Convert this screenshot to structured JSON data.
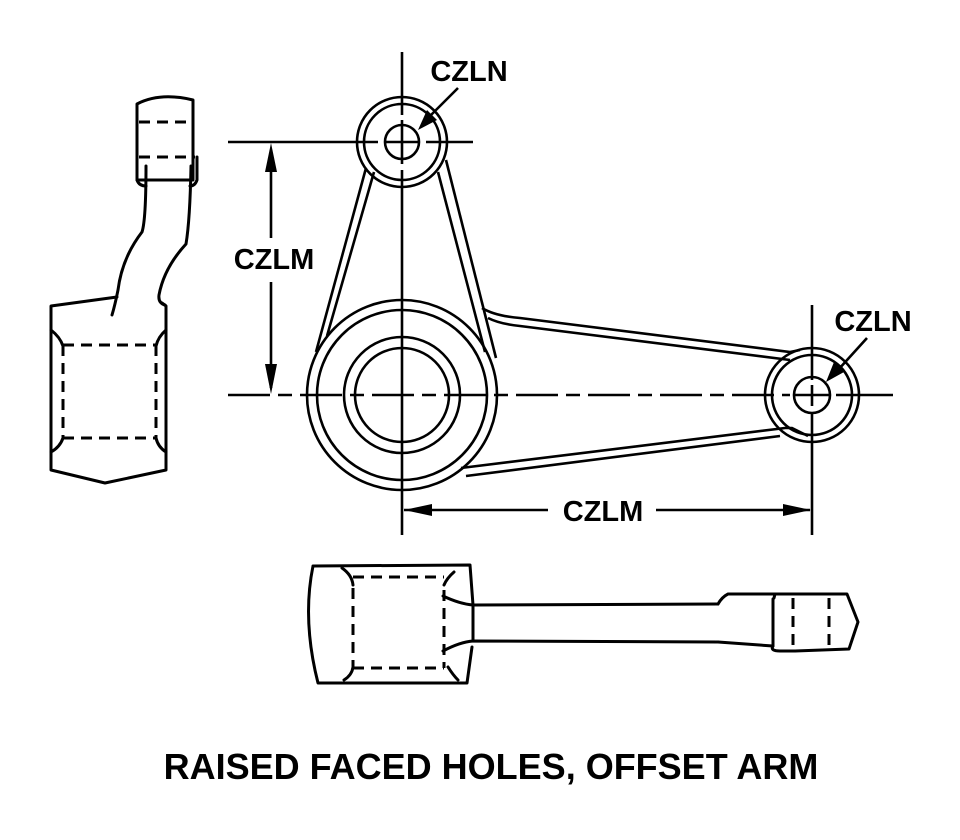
{
  "diagram": {
    "caption": "RAISED FACED HOLES, OFFSET ARM",
    "labels": {
      "top_hole": "CZLN",
      "right_hole": "CZLN",
      "vertical_dimension": "CZLM",
      "horizontal_dimension": "CZLM"
    },
    "views": [
      "side-view",
      "top-plan-view",
      "bottom-edge-view"
    ],
    "line_color": "#000000",
    "background_color": "#ffffff"
  }
}
